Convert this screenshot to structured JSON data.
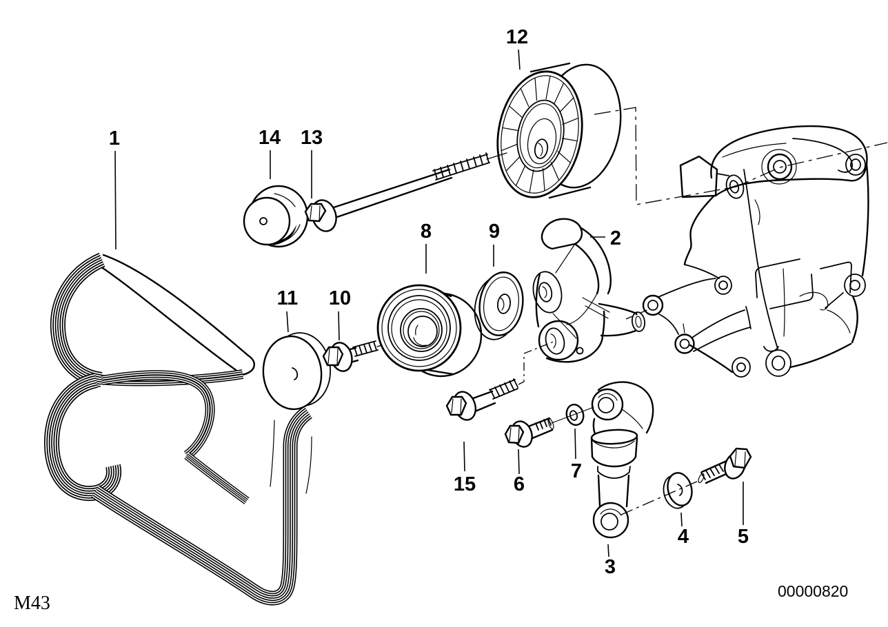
{
  "figure": {
    "type": "exploded-parts-diagram",
    "subject": "belt drive water pump tensioner",
    "footer_left_code": "M43",
    "footer_right_code": "00000820"
  },
  "colors": {
    "line": "#000000",
    "background": "#ffffff"
  },
  "callouts": {
    "c1": "1",
    "c2": "2",
    "c3": "3",
    "c4": "4",
    "c5": "5",
    "c6": "6",
    "c7": "7",
    "c8": "8",
    "c9": "9",
    "c10": "10",
    "c11": "11",
    "c12": "12",
    "c13": "13",
    "c14": "14",
    "c15": "15"
  }
}
